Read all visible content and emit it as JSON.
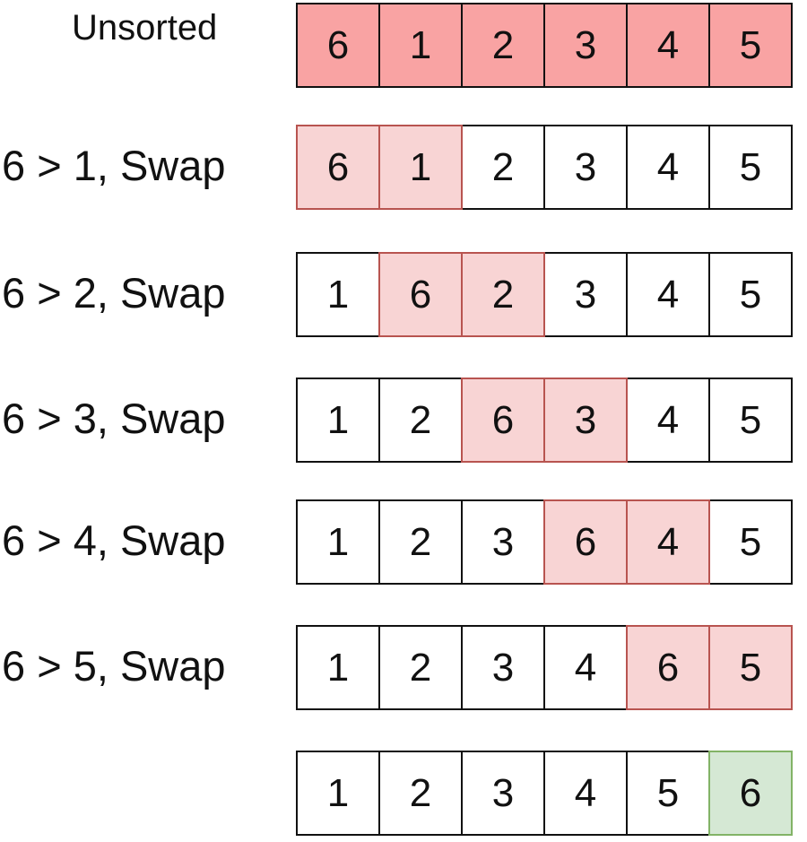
{
  "rows": [
    {
      "label": "Unsorted",
      "cells": [
        "6",
        "1",
        "2",
        "3",
        "4",
        "5"
      ],
      "states": [
        "unsorted",
        "unsorted",
        "unsorted",
        "unsorted",
        "unsorted",
        "unsorted"
      ]
    },
    {
      "label": "6 > 1, Swap",
      "cells": [
        "6",
        "1",
        "2",
        "3",
        "4",
        "5"
      ],
      "states": [
        "swap",
        "swap",
        "plain",
        "plain",
        "plain",
        "plain"
      ]
    },
    {
      "label": "6 > 2, Swap",
      "cells": [
        "1",
        "6",
        "2",
        "3",
        "4",
        "5"
      ],
      "states": [
        "plain",
        "swap",
        "swap",
        "plain",
        "plain",
        "plain"
      ]
    },
    {
      "label": "6 > 3, Swap",
      "cells": [
        "1",
        "2",
        "6",
        "3",
        "4",
        "5"
      ],
      "states": [
        "plain",
        "plain",
        "swap",
        "swap",
        "plain",
        "plain"
      ]
    },
    {
      "label": "6 > 4, Swap",
      "cells": [
        "1",
        "2",
        "3",
        "6",
        "4",
        "5"
      ],
      "states": [
        "plain",
        "plain",
        "plain",
        "swap",
        "swap",
        "plain"
      ]
    },
    {
      "label": "6 > 5, Swap",
      "cells": [
        "1",
        "2",
        "3",
        "4",
        "6",
        "5"
      ],
      "states": [
        "plain",
        "plain",
        "plain",
        "plain",
        "swap",
        "swap"
      ]
    },
    {
      "label": "",
      "cells": [
        "1",
        "2",
        "3",
        "4",
        "5",
        "6"
      ],
      "states": [
        "plain",
        "plain",
        "plain",
        "plain",
        "plain",
        "sorted"
      ]
    }
  ],
  "colors": {
    "unsorted_fill": "#f9a3a3",
    "swap_fill": "#f8d4d4",
    "swap_border": "#b85450",
    "sorted_fill": "#d5e8d4",
    "sorted_border": "#82b366",
    "border": "#111111"
  }
}
